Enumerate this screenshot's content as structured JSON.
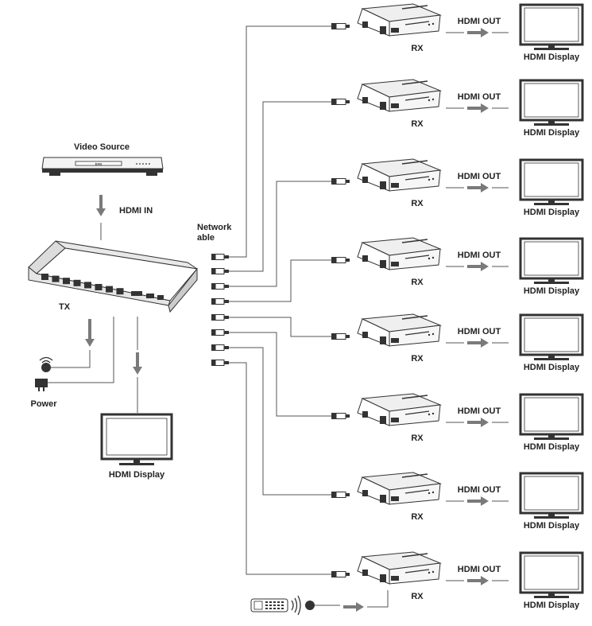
{
  "source": {
    "title": "Video Source",
    "device_label": "DVD"
  },
  "labels": {
    "hdmi_in": "HDMI IN",
    "network_cable": "Network\nable",
    "tx": "TX",
    "power": "Power",
    "local_display": "HDMI Display"
  },
  "receivers": [
    {
      "label": "RX",
      "out_label": "HDMI OUT",
      "display_label": "HDMI Display"
    },
    {
      "label": "RX",
      "out_label": "HDMI OUT",
      "display_label": "HDMI Display"
    },
    {
      "label": "RX",
      "out_label": "HDMI OUT",
      "display_label": "HDMI Display"
    },
    {
      "label": "RX",
      "out_label": "HDMI OUT",
      "display_label": "HDMI Display"
    },
    {
      "label": "RX",
      "out_label": "HDMI OUT",
      "display_label": "HDMI Display"
    },
    {
      "label": "RX",
      "out_label": "HDMI OUT",
      "display_label": "HDMI Display"
    },
    {
      "label": "RX",
      "out_label": "HDMI OUT",
      "display_label": "HDMI Display"
    },
    {
      "label": "RX",
      "out_label": "HDMI OUT",
      "display_label": "HDMI Display"
    }
  ],
  "colors": {
    "line": "#555555",
    "arrow": "#7a7a7a",
    "device": "#3a3a3a"
  }
}
